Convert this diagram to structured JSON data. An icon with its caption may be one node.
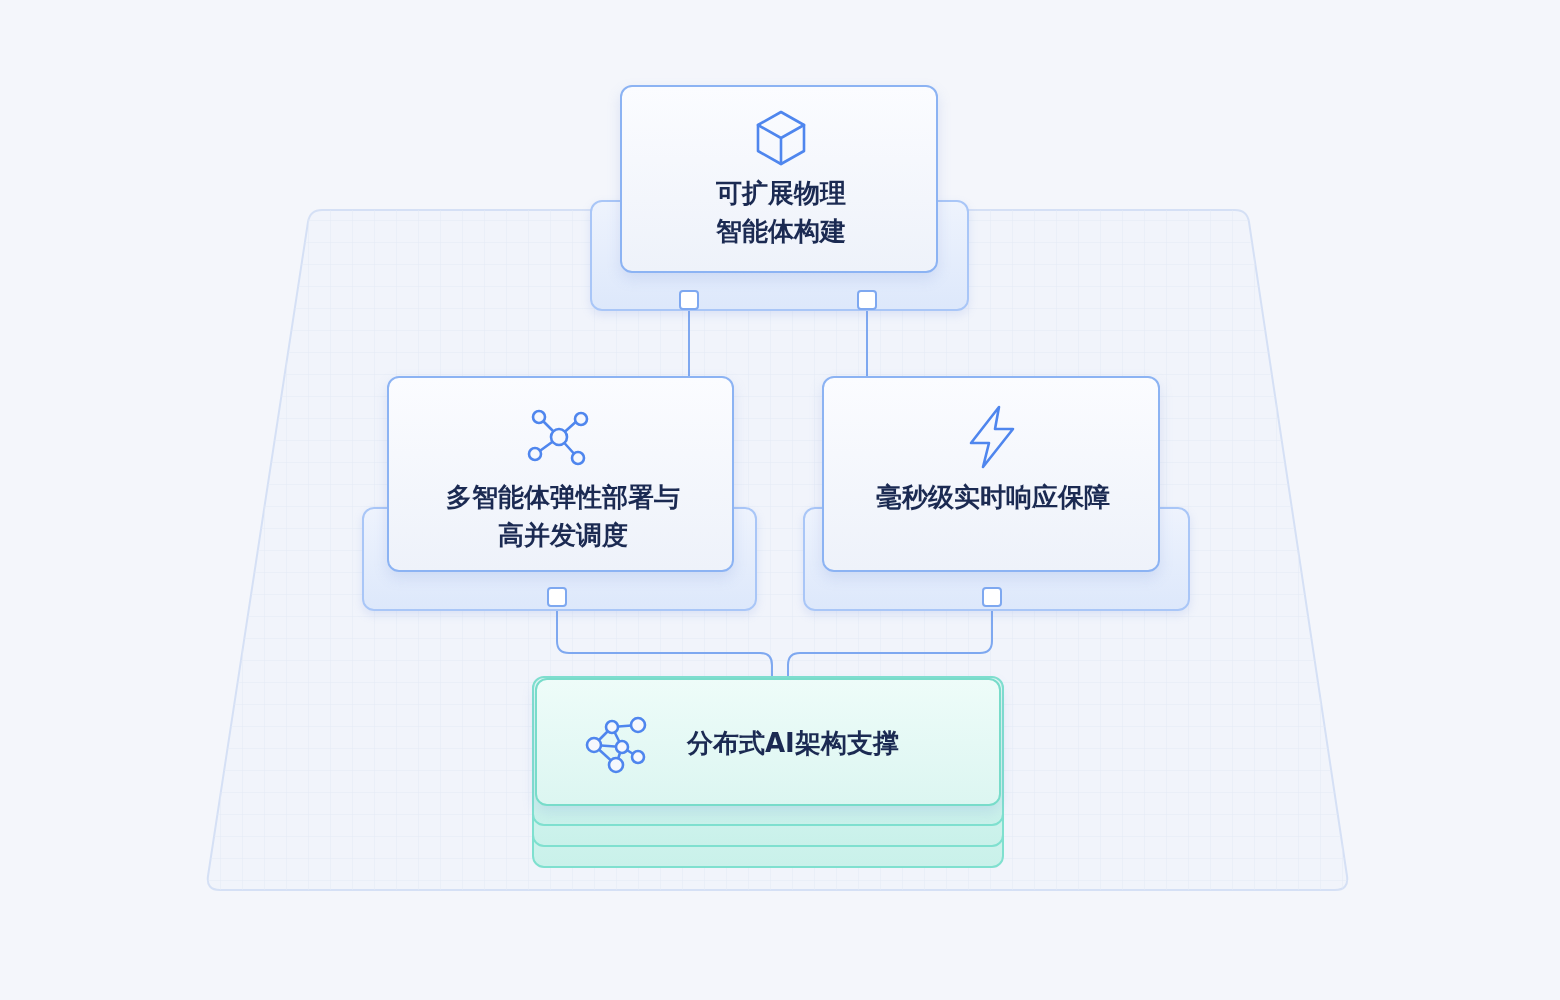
{
  "diagram": {
    "nodes": [
      {
        "text": [
          "可扩展物理智能体构建"
        ]
      },
      {
        "text": [
          "多智能体弹性部署与高并发调度"
        ]
      },
      {
        "text": [
          "毫秒级实时响应保障"
        ]
      },
      {
        "text": [
          "分布式AI架构支撑"
        ]
      }
    ],
    "edges": [
      {
        "from": 0,
        "to": 1,
        "arrow": "none"
      },
      {
        "from": 0,
        "to": 2,
        "arrow": "none"
      },
      {
        "from": 1,
        "to": 3,
        "arrow": "none"
      },
      {
        "from": 2,
        "to": 3,
        "arrow": "none"
      }
    ]
  }
}
